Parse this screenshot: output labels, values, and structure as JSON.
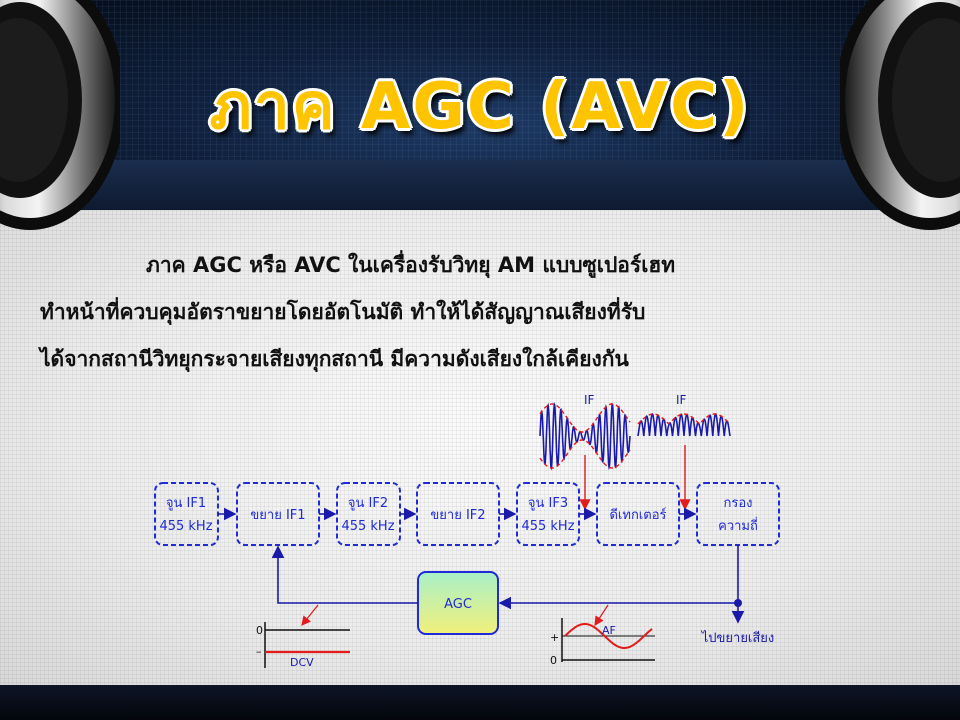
{
  "title": "ภาค AGC (AVC)",
  "paragraph": {
    "line1": "ภาค AGC หรือ AVC ในเครื่องรับวิทยุ AM แบบซูเปอร์เฮท",
    "line2": "ทำหน้าที่ควบคุมอัตราขยายโดยอัตโนมัติ ทำให้ได้สัญญาณเสียงที่รับ",
    "line3": "ได้จากสถานีวิทยุกระจายเสียงทุกสถานี มีความดังเสียงใกล้เคียงกัน"
  },
  "diagram": {
    "blocks": {
      "tune_if1": {
        "l1": "จูน IF1",
        "l2": "455 kHz"
      },
      "amp_if1": "ขยาย IF1",
      "tune_if2": {
        "l1": "จูน IF2",
        "l2": "455 kHz"
      },
      "amp_if2": "ขยาย IF2",
      "tune_if3": {
        "l1": "จูน IF3",
        "l2": "455 kHz"
      },
      "detector": "ดีเทกเตอร์",
      "filter": {
        "l1": "กรอง",
        "l2": "ความถี่"
      },
      "agc": "AGC"
    },
    "waveform_labels": {
      "if_left": "IF",
      "if_right": "IF",
      "af": "AF"
    },
    "dcv_graph": {
      "zero": "0",
      "minus": "–",
      "label": "DCV"
    },
    "af_graph": {
      "plus": "+",
      "zero": "0"
    },
    "output_label": "ไปขยายเสียง"
  },
  "colors": {
    "title": "#ffc400",
    "block_border": "#1e2bd6",
    "signal": "#1a1aaa",
    "envelope": "#e31b1b",
    "agc_fill_top": "#a8f0c8",
    "agc_fill_bottom": "#f2f07a"
  }
}
